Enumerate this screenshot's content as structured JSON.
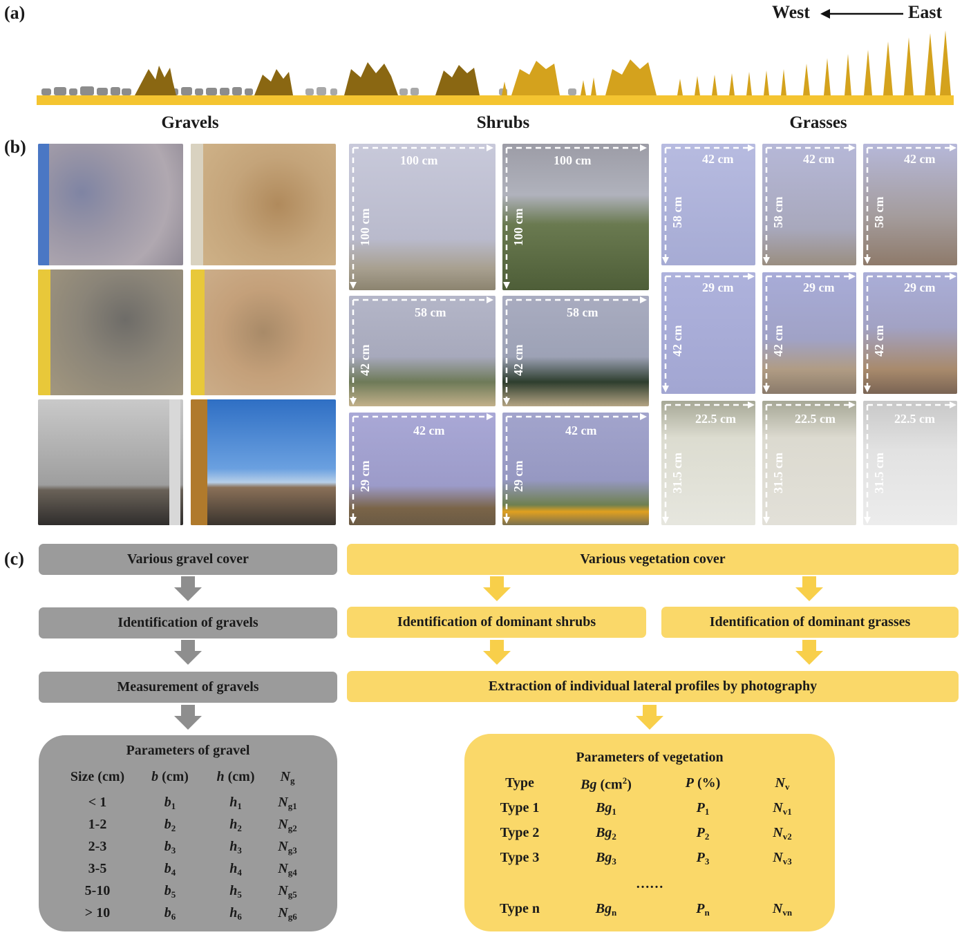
{
  "panel_a": {
    "label": "(a)",
    "west": "West",
    "east": "East",
    "colors": {
      "ground": "#f4c430",
      "gravel": "#8c8c8c",
      "shrub_dark": "#8a6712",
      "shrub_light": "#d4a21d",
      "grass": "#d4a21d"
    }
  },
  "panel_b": {
    "label": "(b)",
    "sections": {
      "gravels": "Gravels",
      "shrubs": "Shrubs",
      "grasses": "Grasses"
    },
    "shrub_photos": [
      {
        "w": "100 cm",
        "h": "100 cm"
      },
      {
        "w": "100 cm",
        "h": "100 cm"
      },
      {
        "w": "58 cm",
        "h": "42 cm"
      },
      {
        "w": "58 cm",
        "h": "42 cm"
      },
      {
        "w": "42 cm",
        "h": "29 cm"
      },
      {
        "w": "42 cm",
        "h": "29 cm"
      }
    ],
    "grass_photos": [
      {
        "w": "42 cm",
        "h": "58 cm"
      },
      {
        "w": "42 cm",
        "h": "58 cm"
      },
      {
        "w": "42 cm",
        "h": "58 cm"
      },
      {
        "w": "29 cm",
        "h": "42 cm"
      },
      {
        "w": "29 cm",
        "h": "42 cm"
      },
      {
        "w": "29 cm",
        "h": "42 cm"
      },
      {
        "w": "22.5 cm",
        "h": "31.5 cm"
      },
      {
        "w": "22.5 cm",
        "h": "31.5 cm"
      },
      {
        "w": "22.5 cm",
        "h": "31.5 cm"
      }
    ]
  },
  "panel_c": {
    "label": "(c)",
    "gravel_flow": [
      "Various gravel cover",
      "Identification of gravels",
      "Measurement of gravels"
    ],
    "veg_top": "Various vegetation cover",
    "veg_shrubs": "Identification of dominant shrubs",
    "veg_grasses": "Identification of dominant grasses",
    "veg_extract": "Extraction of individual lateral profiles by photography",
    "gravel_table": {
      "title": "Parameters of gravel",
      "headers": [
        "Size (cm)",
        "b",
        "(cm)",
        "h",
        "(cm)",
        "N",
        "g"
      ],
      "rows": [
        {
          "size": "< 1",
          "b": "b",
          "bs": "1",
          "h": "h",
          "hs": "1",
          "n": "N",
          "ns": "g1"
        },
        {
          "size": "1-2",
          "b": "b",
          "bs": "2",
          "h": "h",
          "hs": "2",
          "n": "N",
          "ns": "g2"
        },
        {
          "size": "2-3",
          "b": "b",
          "bs": "3",
          "h": "h",
          "hs": "3",
          "n": "N",
          "ns": "g3"
        },
        {
          "size": "3-5",
          "b": "b",
          "bs": "4",
          "h": "h",
          "hs": "4",
          "n": "N",
          "ns": "g4"
        },
        {
          "size": "5-10",
          "b": "b",
          "bs": "5",
          "h": "h",
          "hs": "5",
          "n": "N",
          "ns": "g5"
        },
        {
          "size": "> 10",
          "b": "b",
          "bs": "6",
          "h": "h",
          "hs": "6",
          "n": "N",
          "ns": "g6"
        }
      ]
    },
    "veg_table": {
      "title": "Parameters of vegetation",
      "headers": [
        "Type",
        "Bg",
        "(cm",
        "2",
        ")",
        "P",
        "(%)",
        "N",
        "v"
      ],
      "rows": [
        {
          "type": "Type 1",
          "bg": "Bg",
          "bgs": "1",
          "p": "P",
          "ps": "1",
          "n": "N",
          "ns": "v1"
        },
        {
          "type": "Type 2",
          "bg": "Bg",
          "bgs": "2",
          "p": "P",
          "ps": "2",
          "n": "N",
          "ns": "v2"
        },
        {
          "type": "Type 3",
          "bg": "Bg",
          "bgs": "3",
          "p": "P",
          "ps": "3",
          "n": "N",
          "ns": "v3"
        }
      ],
      "ellipsis": "……",
      "last_row": {
        "type": "Type n",
        "bg": "Bg",
        "bgs": "n",
        "p": "P",
        "ps": "n",
        "n": "N",
        "ns": "vn"
      }
    }
  }
}
